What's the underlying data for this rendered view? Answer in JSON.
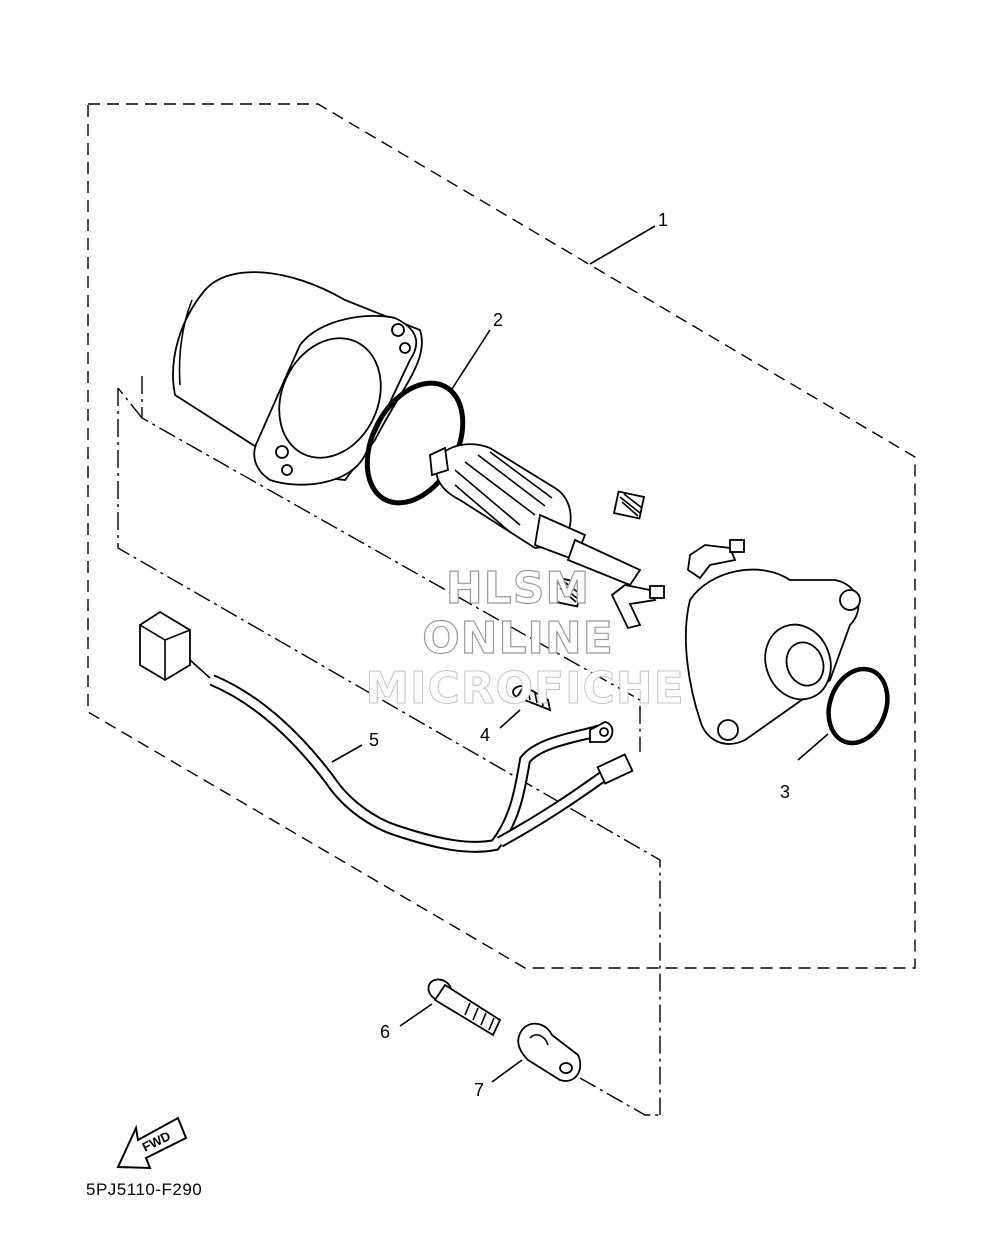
{
  "callouts": [
    {
      "id": "1",
      "label": "1"
    },
    {
      "id": "2",
      "label": "2"
    },
    {
      "id": "3",
      "label": "3"
    },
    {
      "id": "4",
      "label": "4"
    },
    {
      "id": "5",
      "label": "5"
    },
    {
      "id": "6",
      "label": "6"
    },
    {
      "id": "7",
      "label": "7"
    }
  ],
  "diagram_code": "5PJ5110-F290",
  "fwd_label": "FWD",
  "watermark": {
    "line1": "HLSM",
    "line2": "ONLINE",
    "line3": "MICROFICHE"
  }
}
